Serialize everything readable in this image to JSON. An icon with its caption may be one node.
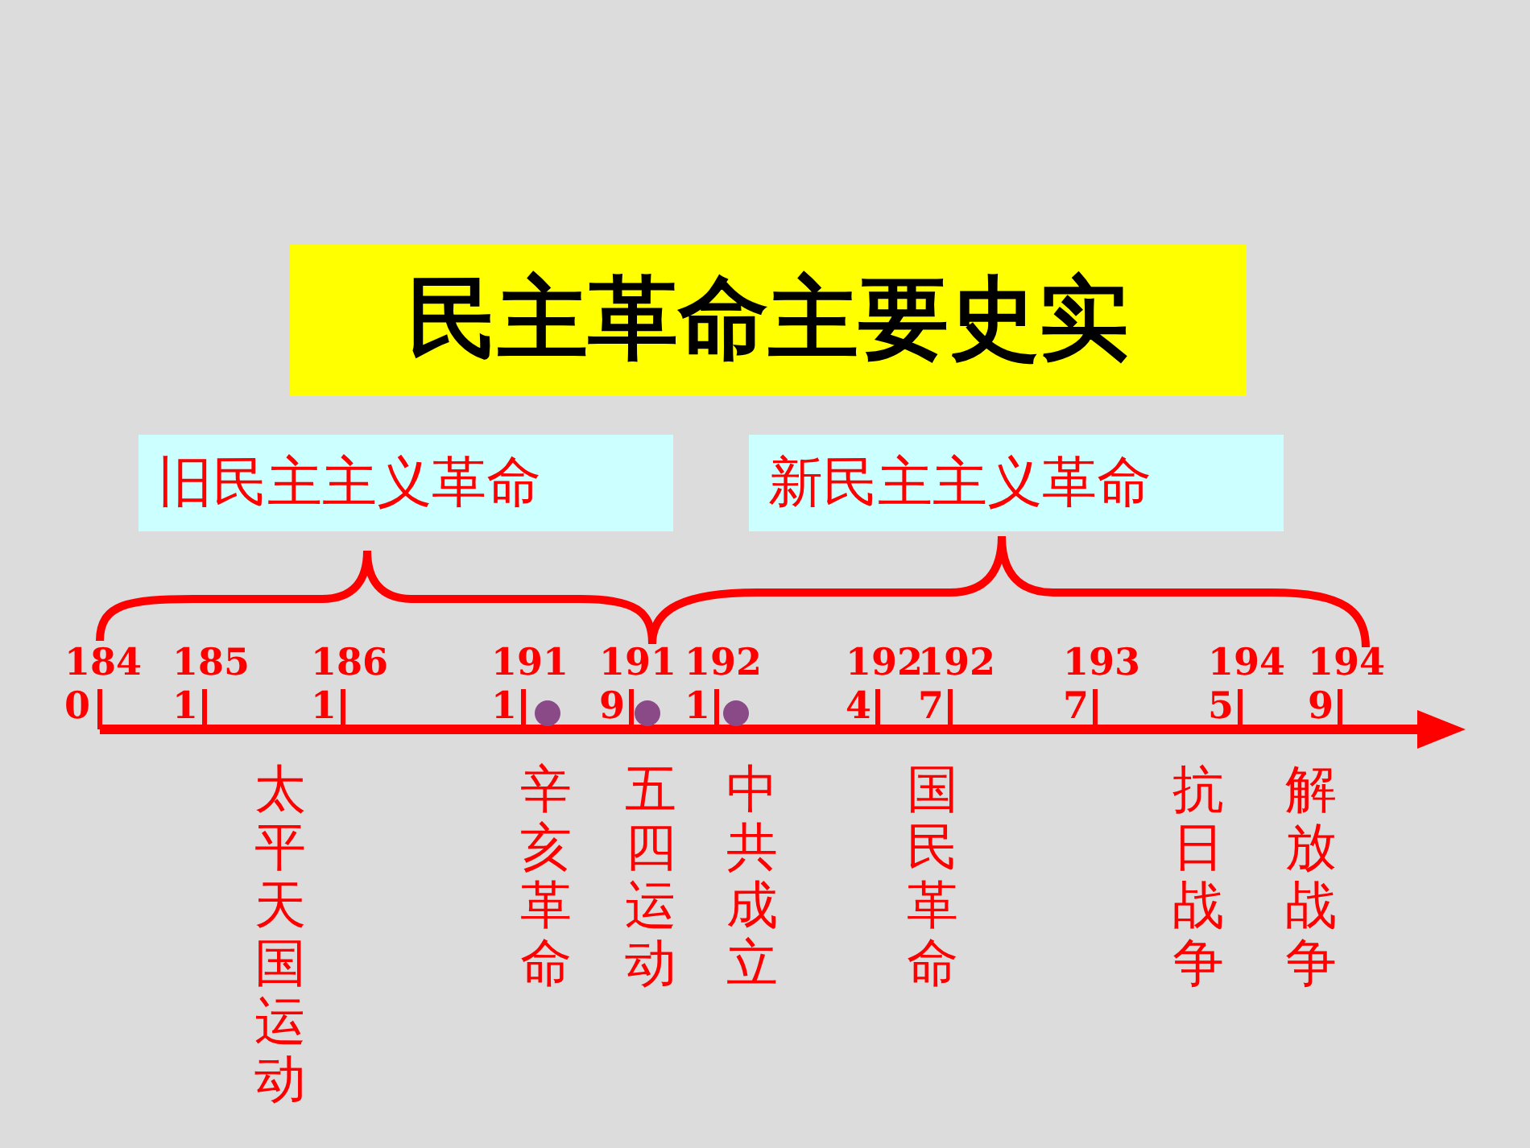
{
  "diagram": {
    "title": "民主革命主要史实",
    "nodes": [
      {
        "text": [
          "旧民主主义革命"
        ]
      },
      {
        "text": [
          "新民主主义革命"
        ]
      }
    ],
    "edges": [],
    "labels": [
      "1840",
      "1851",
      "1861",
      "1911",
      "1919",
      "1921",
      "1924",
      "1927",
      "1937",
      "1945",
      "1949",
      "太平天国运动",
      "辛亥革命",
      "五四运动",
      "中共成立",
      "国民革命",
      "抗日战争",
      "解放战争"
    ]
  }
}
